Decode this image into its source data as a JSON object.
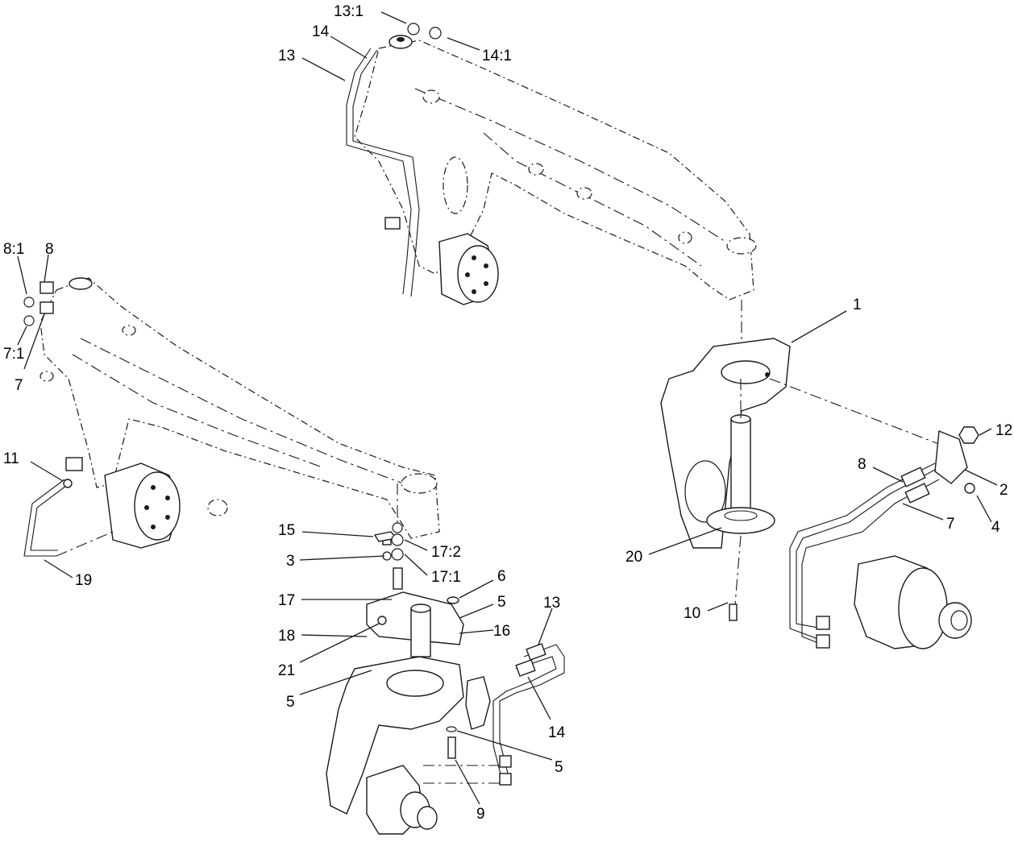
{
  "callouts": {
    "c_13_1": "13:1",
    "c_14_top": "14",
    "c_14_1": "14:1",
    "c_13_top": "13",
    "c_8_1": "8:1",
    "c_8_left": "8",
    "c_7_1": "7:1",
    "c_7_left": "7",
    "c_1": "1",
    "c_12": "12",
    "c_8_right": "8",
    "c_2": "2",
    "c_7_right": "7",
    "c_4": "4",
    "c_11": "11",
    "c_19": "19",
    "c_20": "20",
    "c_10": "10",
    "c_15": "15",
    "c_17_2": "17:2",
    "c_3": "3",
    "c_17_1": "17:1",
    "c_6": "6",
    "c_17": "17",
    "c_5_a": "5",
    "c_13_bottom": "13",
    "c_18": "18",
    "c_16": "16",
    "c_21": "21",
    "c_5_b": "5",
    "c_14_bottom": "14",
    "c_5_c": "5",
    "c_9": "9"
  }
}
